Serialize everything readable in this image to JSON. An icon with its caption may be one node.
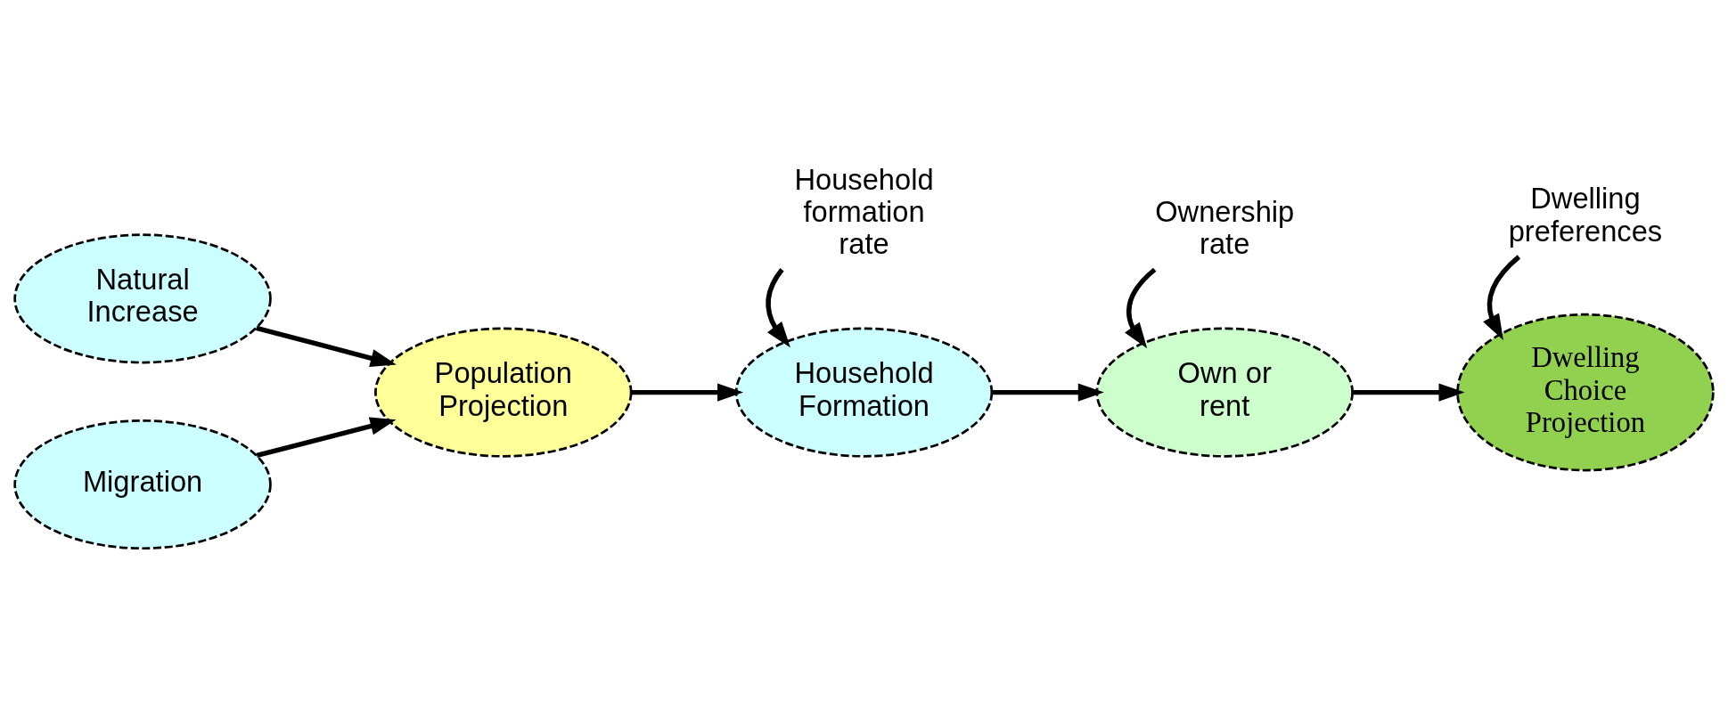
{
  "diagram": {
    "nodes": [
      {
        "text": [
          "Natural Increase"
        ]
      },
      {
        "text": [
          "Population Projection"
        ]
      },
      {
        "text": [
          "Migration"
        ]
      },
      {
        "text": [
          "Household Formation"
        ]
      },
      {
        "text": [
          "Household formation rate"
        ]
      },
      {
        "text": [
          "Own or rent"
        ]
      },
      {
        "text": [
          "Ownership rate"
        ]
      },
      {
        "text": [
          "Dwelling Choice Projection"
        ]
      },
      {
        "text": [
          "Dwelling preferences"
        ]
      }
    ],
    "edges": [
      {
        "from": 0,
        "to": 1,
        "arrow": "to"
      },
      {
        "from": 2,
        "to": 1,
        "arrow": "to"
      },
      {
        "from": 1,
        "to": 3,
        "arrow": "to"
      },
      {
        "from": 4,
        "to": 3,
        "arrow": "to"
      },
      {
        "from": 3,
        "to": 5,
        "arrow": "to"
      },
      {
        "from": 6,
        "to": 5,
        "arrow": "to"
      },
      {
        "from": 5,
        "to": 7,
        "arrow": "to"
      },
      {
        "from": 8,
        "to": 7,
        "arrow": "to"
      }
    ]
  }
}
